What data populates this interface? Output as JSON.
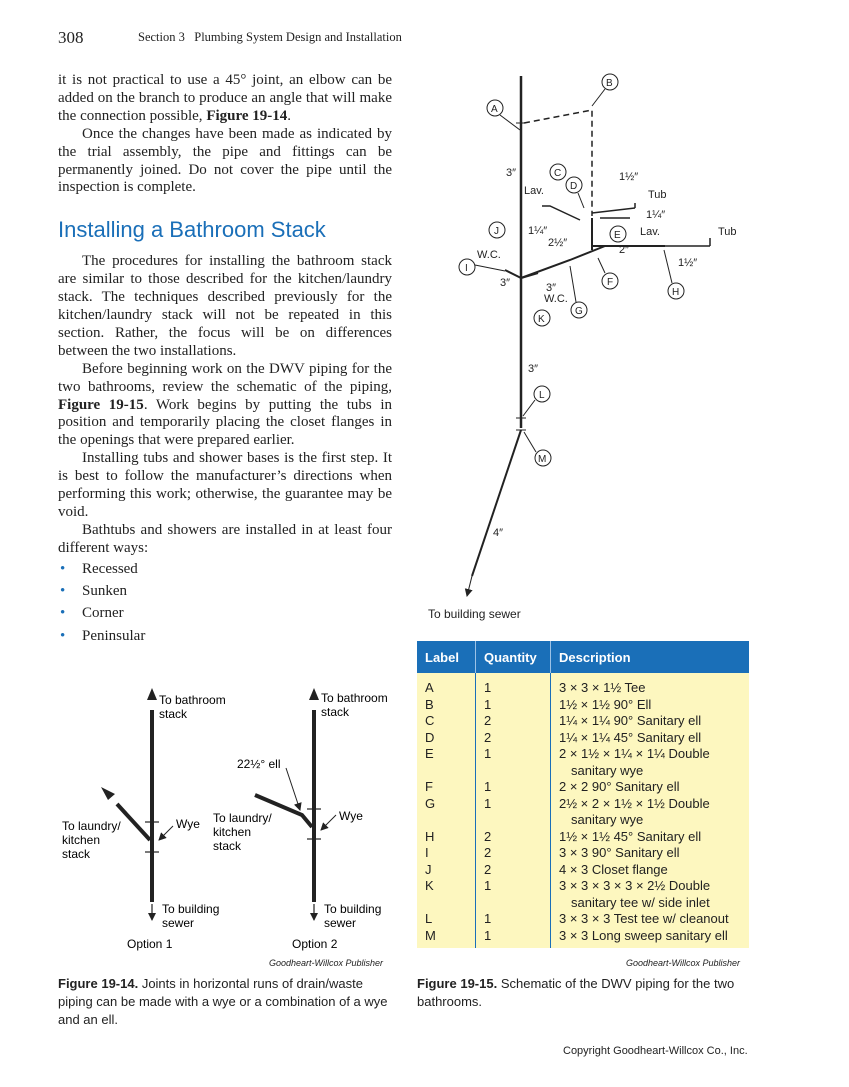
{
  "header": {
    "page_number": "308",
    "section": "Section 3   Plumbing System Design and Installation"
  },
  "body": {
    "p1": "it is not practical to use a 45° joint, an elbow can be added on the branch to produce an angle that will make the connection possible, ",
    "p1_ref": "Figure 19-14",
    "p1_end": ".",
    "p2": "Once the changes have been made as indicated by the trial assembly, the pipe and fittings can be permanently joined. Do not cover the pipe until the inspection is complete.",
    "heading": "Installing a Bathroom Stack",
    "p3": "The procedures for installing the bathroom stack are similar to those described for the kitchen/laundry stack. The techniques described previously for the kitchen/laundry stack will not be repeated in this section. Rather, the focus will be on differences between the two installations.",
    "p4a": "Before beginning work on the DWV piping for the two bathrooms, review the schematic of the piping, ",
    "p4_ref": "Figure 19-15",
    "p4b": ". Work begins by putting the tubs in position and temporarily placing the closet flanges in the openings that were prepared earlier.",
    "p5": "Installing tubs and shower bases is the first step. It is best to follow the manufacturer’s directions when performing this work; otherwise, the guarantee may be void.",
    "p6": "Bathtubs and showers are installed in at least four different ways:",
    "bullets": [
      "Recessed",
      "Sunken",
      "Corner",
      "Peninsular"
    ]
  },
  "fig14": {
    "labels": {
      "to_bathroom_stack_1": "To bathroom",
      "to_bathroom_stack_2": "stack",
      "to_laundry_1": "To laundry/",
      "to_laundry_2": "kitchen",
      "to_laundry_3": "stack",
      "wye": "Wye",
      "to_sewer_1": "To building",
      "to_sewer_2": "sewer",
      "ell": "22½° ell",
      "option1": "Option 1",
      "option2": "Option 2"
    },
    "credit": "Goodheart-Willcox Publisher",
    "caption_label": "Figure 19-14.",
    "caption": " Joints in horizontal runs of drain/waste piping can be made with a wye or a combination of a wye and an ell."
  },
  "fig15": {
    "schematic": {
      "A": "A",
      "B": "B",
      "C": "C",
      "D": "D",
      "E": "E",
      "F": "F",
      "G": "G",
      "H": "H",
      "I": "I",
      "J": "J",
      "K": "K",
      "L": "L",
      "M": "M",
      "s3a": "3″",
      "s112a": "1½″",
      "lav1": "Lav.",
      "tub1": "Tub",
      "s114a": "1¼″",
      "lav2": "Lav.",
      "tub2": "Tub",
      "s114b": "1¼″",
      "s212": "2½″",
      "s2": "2″",
      "s112b": "1½″",
      "wc1": "W.C.",
      "s3b": "3″",
      "s3c": "3″",
      "wc2": "W.C.",
      "s3d": "3″",
      "s4": "4″",
      "to_sewer": "To building sewer"
    },
    "table": {
      "headers": [
        "Label",
        "Quantity",
        "Description"
      ],
      "rows": [
        {
          "label": "A",
          "qty": "1",
          "desc": "3 × 3 × 1½ Tee",
          "desc2": ""
        },
        {
          "label": "B",
          "qty": "1",
          "desc": "1½ × 1½ 90° Ell",
          "desc2": ""
        },
        {
          "label": "C",
          "qty": "2",
          "desc": "1¼ × 1¼ 90° Sanitary ell",
          "desc2": ""
        },
        {
          "label": "D",
          "qty": "2",
          "desc": "1¼ × 1¼ 45° Sanitary ell",
          "desc2": ""
        },
        {
          "label": "E",
          "qty": "1",
          "desc": "2 × 1½ × 1¼ × 1¼ Double",
          "desc2": "sanitary wye"
        },
        {
          "label": "F",
          "qty": "1",
          "desc": "2 × 2 90° Sanitary ell",
          "desc2": ""
        },
        {
          "label": "G",
          "qty": "1",
          "desc": "2½ × 2 × 1½ × 1½ Double",
          "desc2": "sanitary wye"
        },
        {
          "label": "H",
          "qty": "2",
          "desc": "1½ × 1½ 45° Sanitary ell",
          "desc2": ""
        },
        {
          "label": "I",
          "qty": "2",
          "desc": "3 × 3 90° Sanitary ell",
          "desc2": ""
        },
        {
          "label": "J",
          "qty": "2",
          "desc": "4 × 3 Closet flange",
          "desc2": ""
        },
        {
          "label": "K",
          "qty": "1",
          "desc": "3 × 3 × 3 × 3 × 2½ Double",
          "desc2": "sanitary tee w/ side inlet"
        },
        {
          "label": "L",
          "qty": "1",
          "desc": "3 × 3 × 3 Test tee w/ cleanout",
          "desc2": ""
        },
        {
          "label": "M",
          "qty": "1",
          "desc": "3 × 3 Long sweep sanitary ell",
          "desc2": ""
        }
      ]
    },
    "credit": "Goodheart-Willcox Publisher",
    "caption_label": "Figure 19-15.",
    "caption": " Schematic of the DWV piping for the two bathrooms."
  },
  "footer": {
    "copyright": "Copyright Goodheart-Willcox Co., Inc."
  }
}
